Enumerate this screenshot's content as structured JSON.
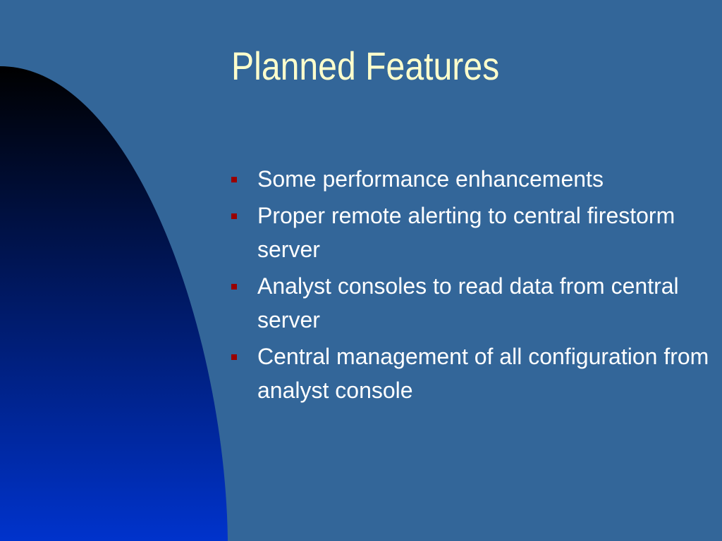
{
  "slide": {
    "title": "Planned Features",
    "bullets": [
      "Some performance enhancements",
      "Proper remote alerting to central firestorm server",
      "Analyst consoles to read data from central server",
      "Central management of all configuration from analyst console"
    ]
  },
  "colors": {
    "background": "#336699",
    "title": "#ffffcc",
    "bullet_text": "#ffffff",
    "bullet_marker": "#990000",
    "gradient_top": "#000000",
    "gradient_bottom": "#0033cc"
  }
}
